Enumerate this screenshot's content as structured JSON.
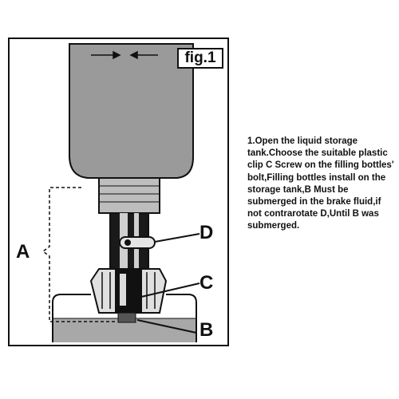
{
  "figure": {
    "label": "fig.1",
    "parts": {
      "A": "A",
      "B": "B",
      "C": "C",
      "D": "D"
    }
  },
  "caption": {
    "text": "1.Open the liquid storage tank.Choose the suitable plastic clip C Screw on the filling bottles' bolt,Filling bottles install on the storage tank,B Must be submerged in the brake fluid,if not contrarotate D,Until B was submerged."
  },
  "colors": {
    "ink": "#111111",
    "bottle_fill": "#9a9a9a",
    "fluid_fill": "#a8a8a8"
  }
}
